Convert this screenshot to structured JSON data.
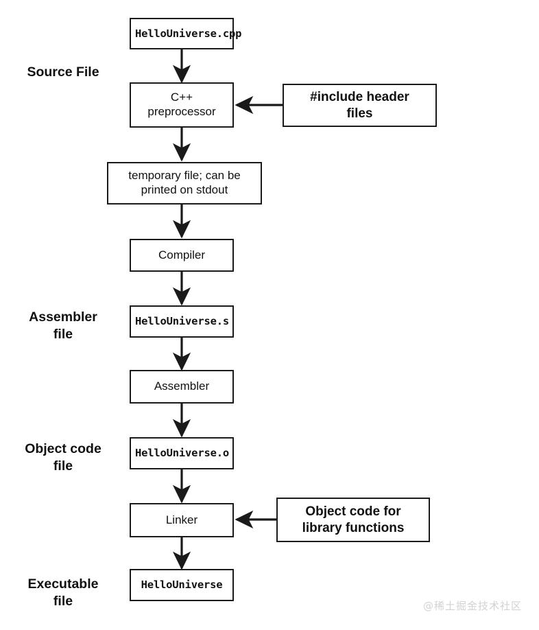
{
  "diagram": {
    "title": "C++ compilation pipeline",
    "stroke_color": "#1a1a1a",
    "background_color": "#ffffff",
    "watermark": "@稀土掘金技术社区"
  },
  "captions": [
    {
      "id": "source-file",
      "text": "Source File"
    },
    {
      "id": "assembler-file",
      "text": "Assembler\nfile"
    },
    {
      "id": "object-code-file",
      "text": "Object code\nfile"
    },
    {
      "id": "executable-file",
      "text": "Executable\nfile"
    }
  ],
  "nodes": [
    {
      "id": "hellouniverse-cpp",
      "text": "HelloUniverse.cpp",
      "style": "mono"
    },
    {
      "id": "cpp-preprocessor",
      "text": "C++\npreprocessor",
      "style": "plain"
    },
    {
      "id": "include-header-files",
      "text": "#include header\nfiles",
      "style": "bold"
    },
    {
      "id": "temporary-file",
      "text": "temporary file; can be\nprinted on stdout",
      "style": "plain"
    },
    {
      "id": "compiler",
      "text": "Compiler",
      "style": "plain"
    },
    {
      "id": "hellouniverse-s",
      "text": "HelloUniverse.s",
      "style": "mono"
    },
    {
      "id": "assembler",
      "text": "Assembler",
      "style": "plain"
    },
    {
      "id": "hellouniverse-o",
      "text": "HelloUniverse.o",
      "style": "mono"
    },
    {
      "id": "linker",
      "text": "Linker",
      "style": "plain"
    },
    {
      "id": "object-code-library",
      "text": "Object code for\nlibrary functions",
      "style": "bold"
    },
    {
      "id": "hellouniverse-exe",
      "text": "HelloUniverse",
      "style": "mono"
    }
  ],
  "edges": [
    {
      "from": "hellouniverse-cpp",
      "to": "cpp-preprocessor",
      "direction": "down"
    },
    {
      "from": "include-header-files",
      "to": "cpp-preprocessor",
      "direction": "left"
    },
    {
      "from": "cpp-preprocessor",
      "to": "temporary-file",
      "direction": "down"
    },
    {
      "from": "temporary-file",
      "to": "compiler",
      "direction": "down"
    },
    {
      "from": "compiler",
      "to": "hellouniverse-s",
      "direction": "down"
    },
    {
      "from": "hellouniverse-s",
      "to": "assembler",
      "direction": "down"
    },
    {
      "from": "assembler",
      "to": "hellouniverse-o",
      "direction": "down"
    },
    {
      "from": "hellouniverse-o",
      "to": "linker",
      "direction": "down"
    },
    {
      "from": "object-code-library",
      "to": "linker",
      "direction": "left"
    },
    {
      "from": "linker",
      "to": "hellouniverse-exe",
      "direction": "down"
    }
  ]
}
